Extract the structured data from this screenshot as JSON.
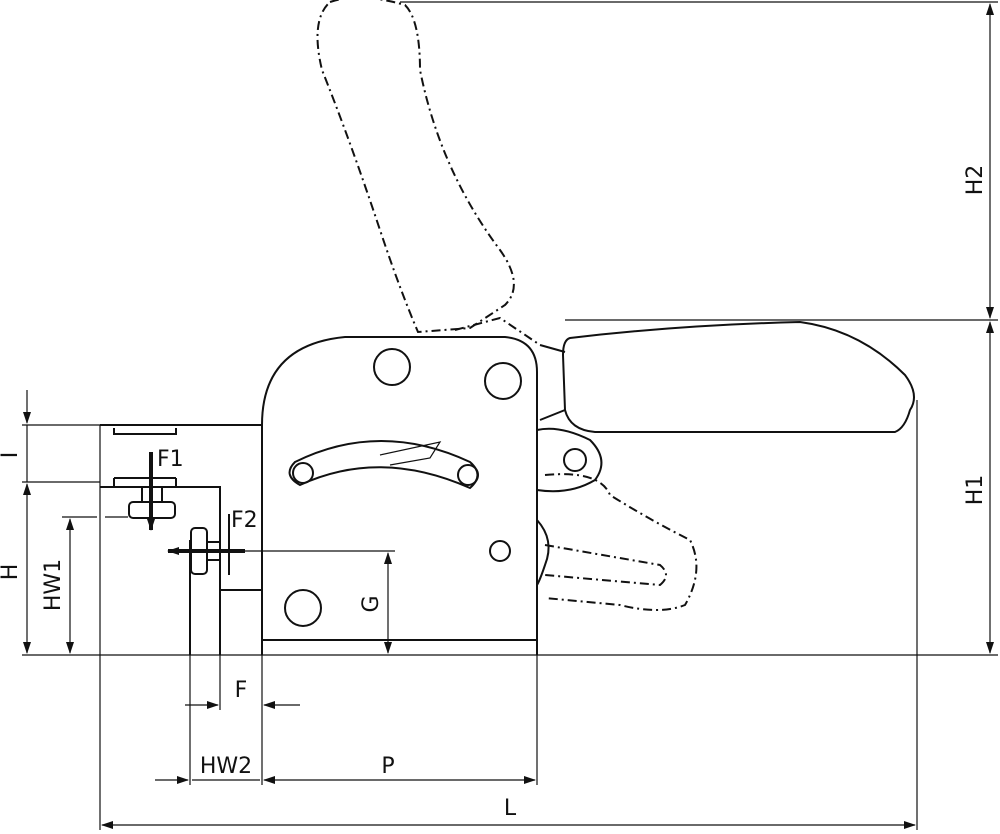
{
  "labels": {
    "h2": "H2",
    "h1": "H1",
    "i": "I",
    "h": "H",
    "hw1": "HW1",
    "f1": "F1",
    "f2": "F2",
    "g": "G",
    "f": "F",
    "hw2": "HW2",
    "p": "P",
    "l": "L"
  }
}
